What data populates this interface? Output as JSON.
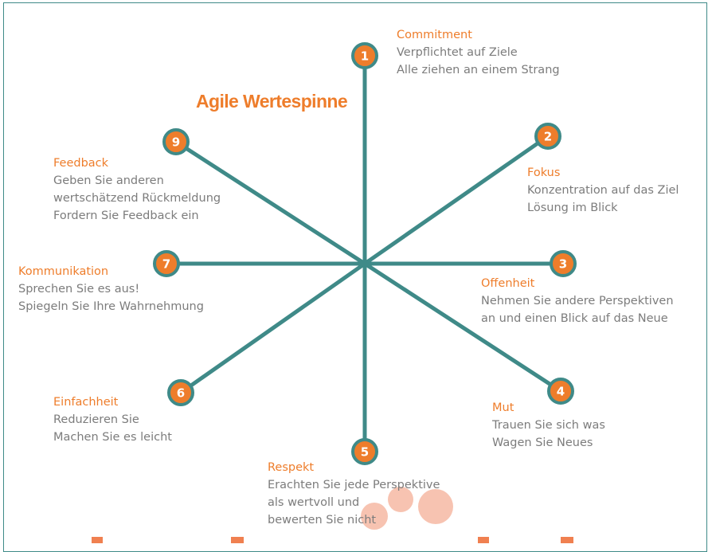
{
  "title": "Agile Wertespinne",
  "colors": {
    "accent": "#ee7d2b",
    "line": "#3f8a88",
    "text": "#7c7c7c",
    "deco": "#f6b9a4"
  },
  "nodes": [
    {
      "id": "1",
      "title": "Commitment",
      "lines": [
        "Verpflichtet auf Ziele",
        "Alle ziehen an einem Strang"
      ]
    },
    {
      "id": "2",
      "title": "Fokus",
      "lines": [
        "Konzentration auf das Ziel",
        "Lösung im Blick"
      ]
    },
    {
      "id": "3",
      "title": "Offenheit",
      "lines": [
        "Nehmen Sie andere Perspektiven",
        "an und einen Blick auf das Neue"
      ]
    },
    {
      "id": "4",
      "title": "Mut",
      "lines": [
        "Trauen Sie sich was",
        "Wagen Sie Neues"
      ]
    },
    {
      "id": "5",
      "title": "Respekt",
      "lines": [
        "Erachten Sie jede Perspektive",
        "als wertvoll und",
        "bewerten Sie nicht"
      ]
    },
    {
      "id": "6",
      "title": "Einfachheit",
      "lines": [
        "Reduzieren Sie",
        "Machen Sie es leicht"
      ]
    },
    {
      "id": "7",
      "title": "Kommunikation",
      "lines": [
        "Sprechen Sie es aus!",
        "Spiegeln Sie Ihre Wahrnehmung"
      ]
    },
    {
      "id": "9",
      "title": "Feedback",
      "lines": [
        "Geben Sie anderen",
        "wertschätzend Rückmeldung",
        "Fordern Sie Feedback ein"
      ]
    }
  ]
}
